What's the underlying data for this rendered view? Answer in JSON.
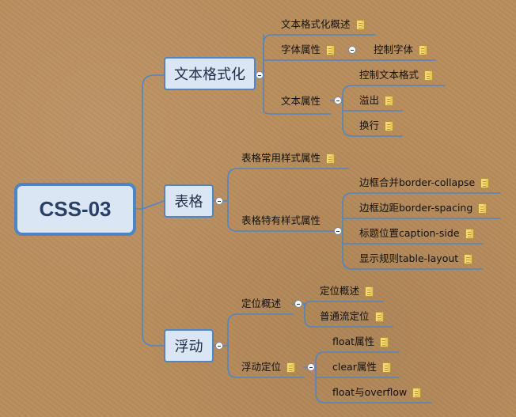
{
  "root": {
    "label": "CSS-03"
  },
  "branches": [
    {
      "label": "文本格式化",
      "children": [
        {
          "label": "文本格式化概述",
          "note": true
        },
        {
          "label": "字体属性",
          "note": true,
          "children": [
            {
              "label": "控制字体",
              "note": true
            }
          ]
        },
        {
          "label": "文本属性",
          "children": [
            {
              "label": "控制文本格式",
              "note": true
            },
            {
              "label": "溢出",
              "note": true
            },
            {
              "label": "换行",
              "note": true
            }
          ]
        }
      ]
    },
    {
      "label": "表格",
      "children": [
        {
          "label": "表格常用样式属性",
          "note": true
        },
        {
          "label": "表格特有样式属性",
          "children": [
            {
              "label": "边框合并border-collapse",
              "note": true
            },
            {
              "label": "边框边距border-spacing",
              "note": true
            },
            {
              "label": "标题位置caption-side",
              "note": true
            },
            {
              "label": "显示规则table-layout",
              "note": true
            }
          ]
        }
      ]
    },
    {
      "label": "浮动",
      "children": [
        {
          "label": "定位概述",
          "children": [
            {
              "label": "定位概述",
              "note": true
            },
            {
              "label": "普通流定位",
              "note": true
            }
          ]
        },
        {
          "label": "浮动定位",
          "note": true,
          "children": [
            {
              "label": "float属性",
              "note": true
            },
            {
              "label": "clear属性",
              "note": true
            },
            {
              "label": "float与overflow",
              "note": true
            }
          ]
        }
      ]
    }
  ]
}
